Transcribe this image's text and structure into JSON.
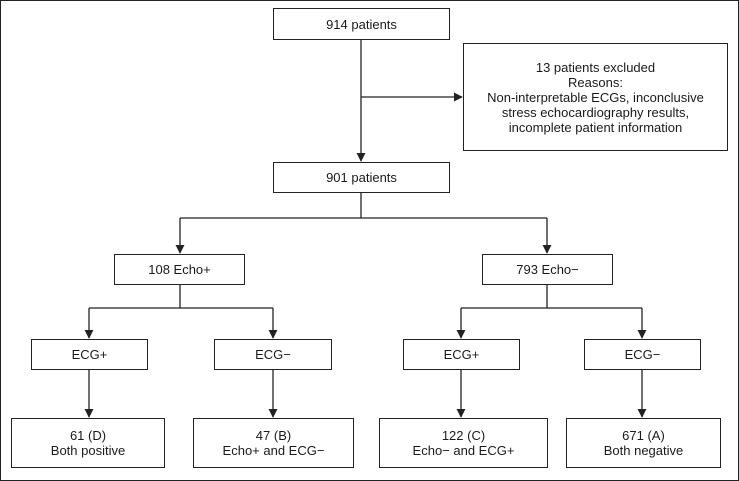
{
  "flowchart": {
    "total": {
      "line1": "914 patients"
    },
    "excluded": {
      "line1": "13 patients excluded",
      "line2": "Reasons:",
      "line3": "Non-interpretable ECGs, inconclusive",
      "line4": "stress echocardiography results,",
      "line5": "incomplete patient information"
    },
    "included": {
      "line1": "901 patients"
    },
    "echo_pos": {
      "line1": "108 Echo+"
    },
    "echo_neg": {
      "line1": "793 Echo−"
    },
    "ecg_pos_left": {
      "line1": "ECG+"
    },
    "ecg_neg_left": {
      "line1": "ECG−"
    },
    "ecg_pos_right": {
      "line1": "ECG+"
    },
    "ecg_neg_right": {
      "line1": "ECG−"
    },
    "cell_d": {
      "line1": "61 (D)",
      "line2": "Both positive"
    },
    "cell_b": {
      "line1": "47 (B)",
      "line2": "Echo+ and ECG−"
    },
    "cell_c": {
      "line1": "122 (C)",
      "line2": "Echo− and ECG+"
    },
    "cell_a": {
      "line1": "671 (A)",
      "line2": "Both negative"
    }
  },
  "colors": {
    "line": "#222222",
    "text": "#1a1a1a",
    "background": "#ffffff"
  }
}
